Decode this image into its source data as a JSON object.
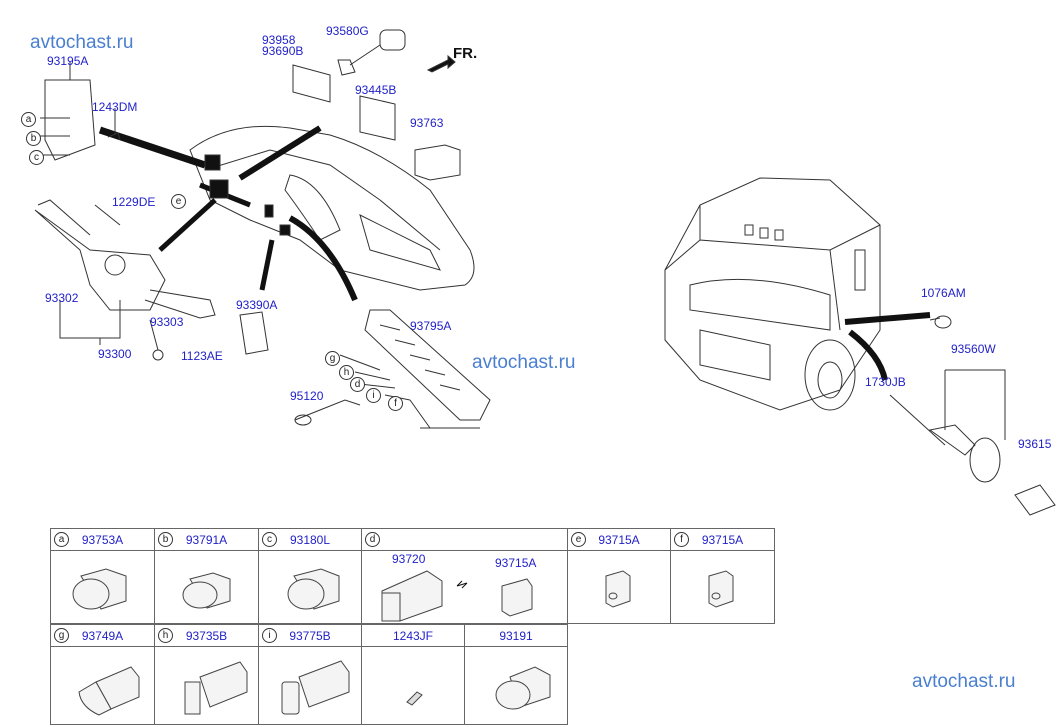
{
  "watermark": "avtochast.ru",
  "direction_label": "FR.",
  "callouts": [
    "93195A",
    "1243DM",
    "1229DE",
    "93302",
    "93303",
    "93300",
    "1123AE",
    "93958",
    "93690B",
    "93580G",
    "93445B",
    "93763",
    "93390A",
    "93795A",
    "95120",
    "1076AM",
    "93560W",
    "1730JB",
    "93615"
  ],
  "position_letters": [
    "a",
    "b",
    "c",
    "e",
    "g",
    "h",
    "d",
    "i",
    "f"
  ],
  "table": {
    "row1": [
      {
        "letter": "a",
        "part": "93753A"
      },
      {
        "letter": "b",
        "part": "93791A"
      },
      {
        "letter": "c",
        "part": "93180L"
      },
      {
        "letter": "d",
        "part": "",
        "sub": [
          "93720",
          "93715A"
        ]
      },
      {
        "letter": "e",
        "part": "93715A"
      },
      {
        "letter": "f",
        "part": "93715A"
      }
    ],
    "row2": [
      {
        "letter": "g",
        "part": "93749A"
      },
      {
        "letter": "h",
        "part": "93735B"
      },
      {
        "letter": "i",
        "part": "93775B"
      },
      {
        "letter": "",
        "part": "1243JF"
      },
      {
        "letter": "",
        "part": "93191"
      }
    ]
  },
  "colors": {
    "label": "#1f1fc8",
    "watermark": "#4a7fd0",
    "lines": "#333333"
  }
}
